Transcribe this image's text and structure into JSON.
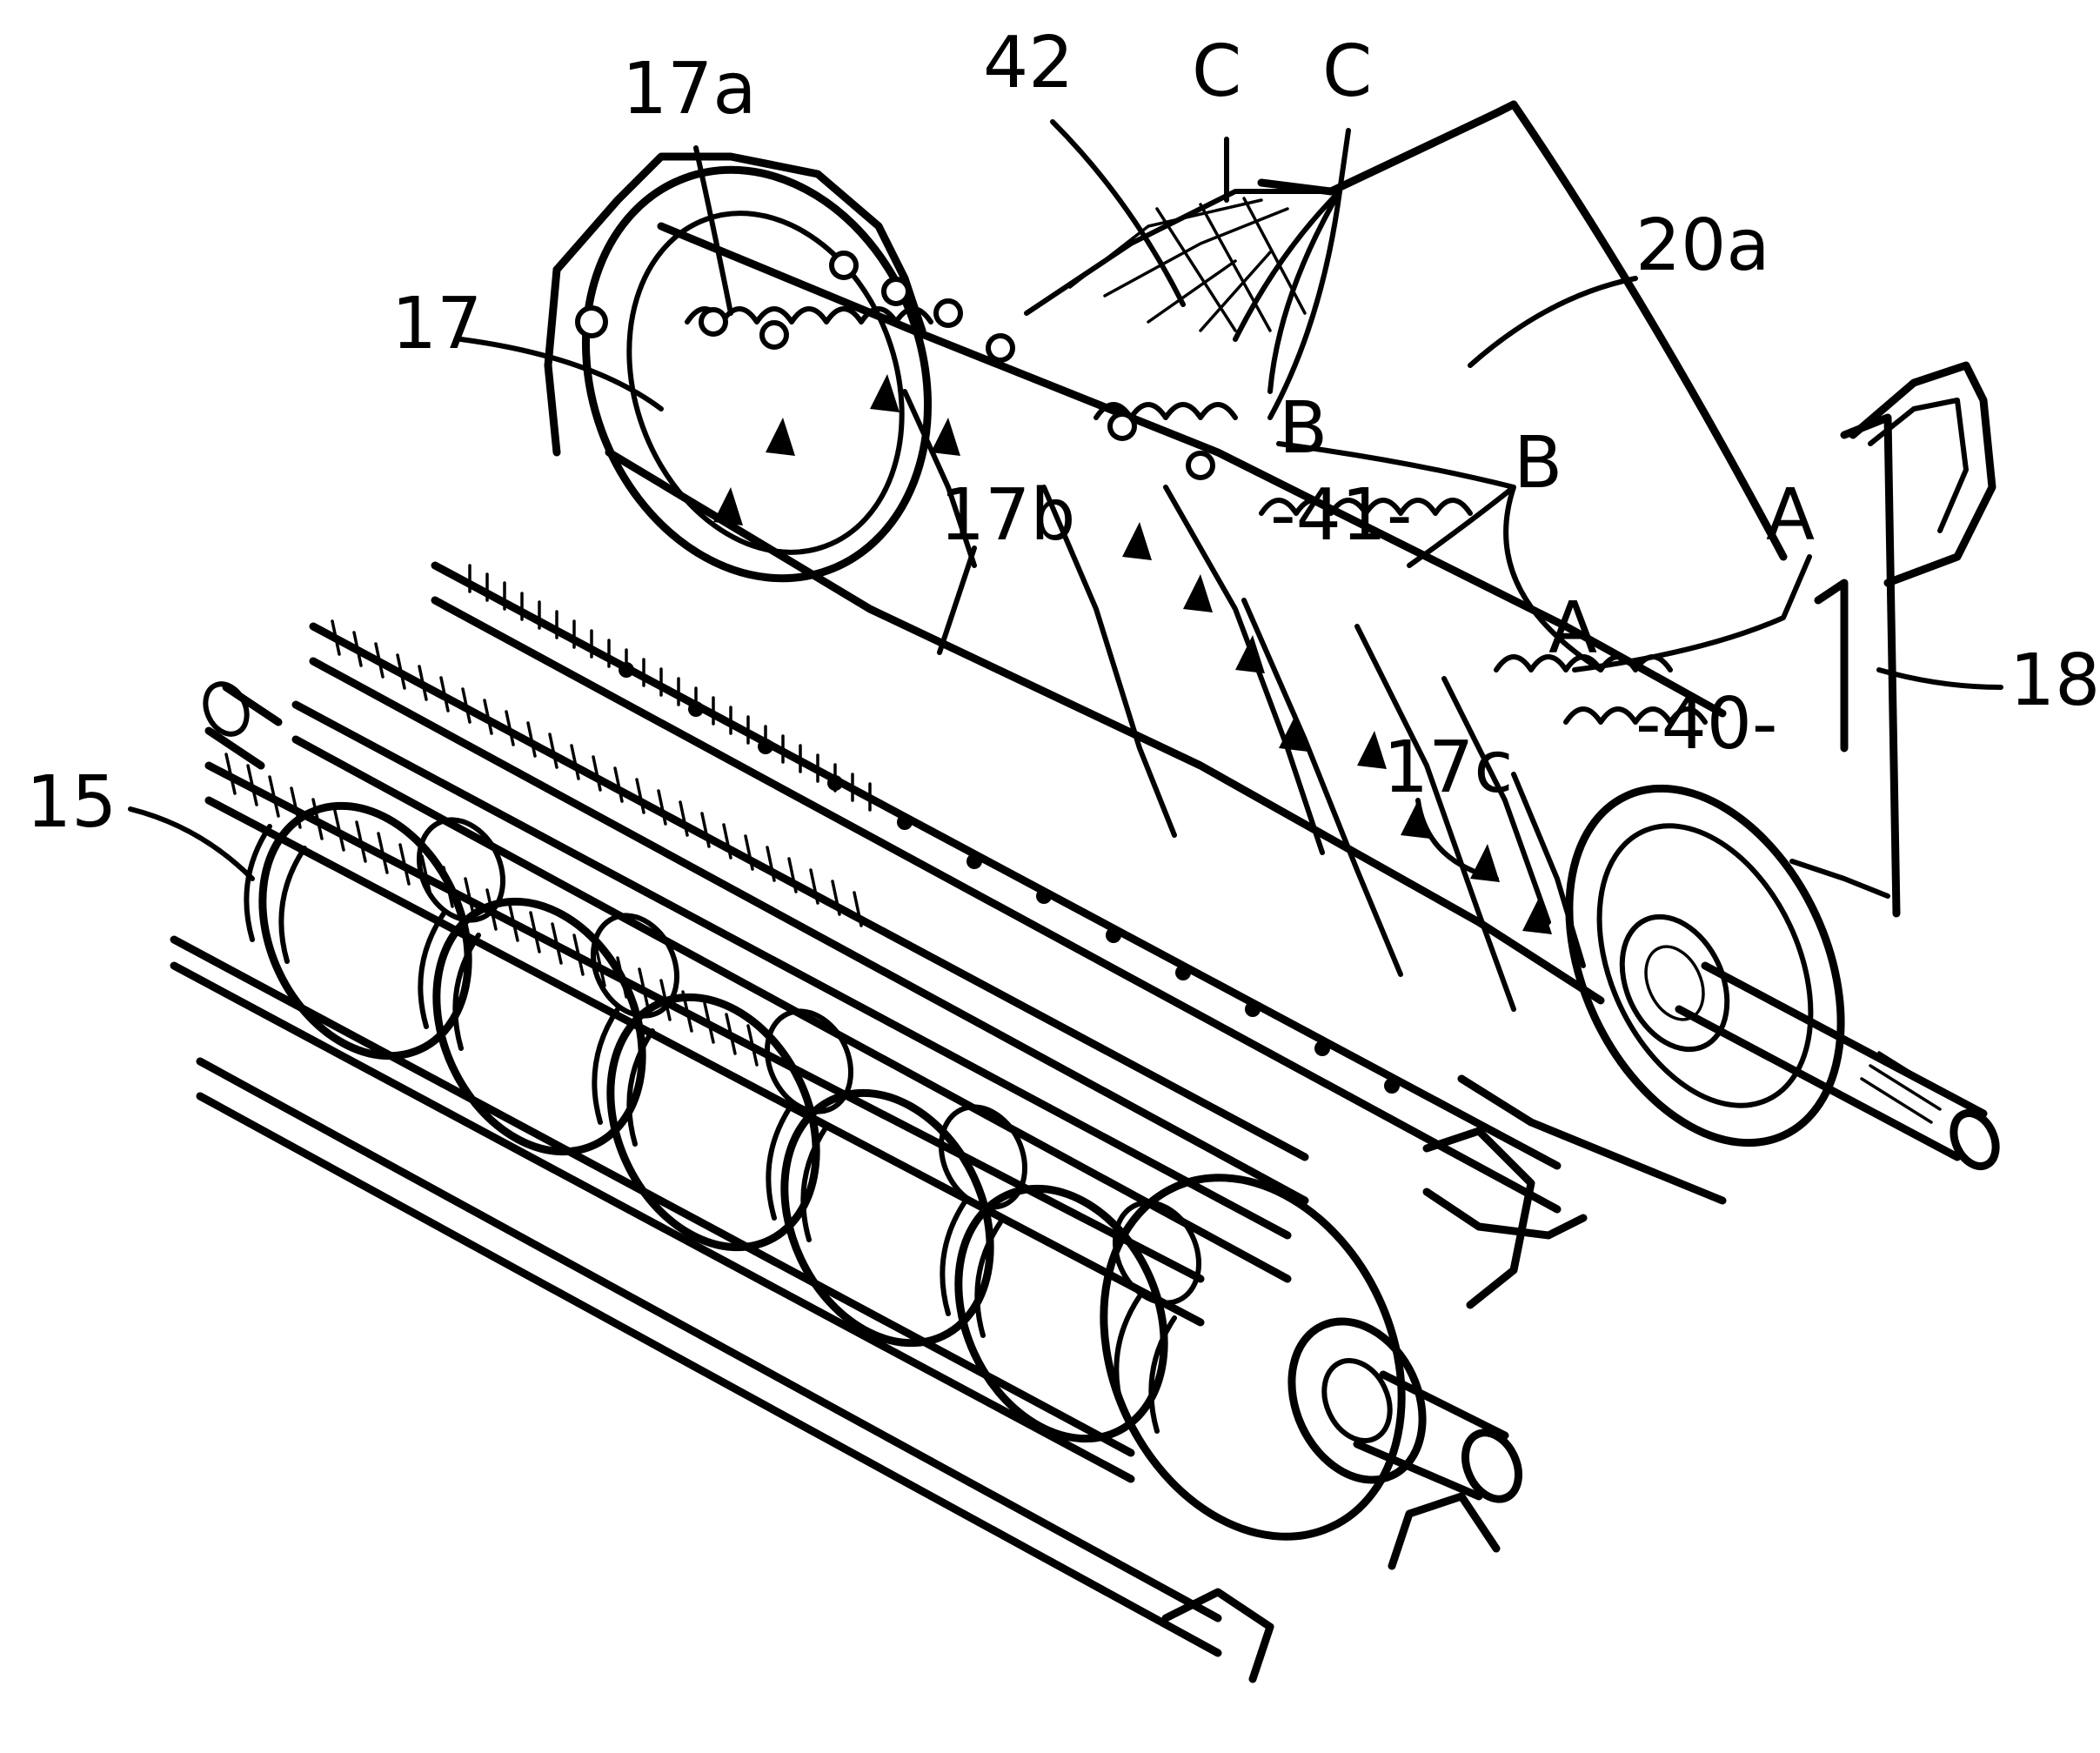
{
  "figure": {
    "labels": {
      "l15": "15",
      "l17": "17",
      "l17a": "17a",
      "l17b": "17b",
      "l17c": "17c",
      "l18": "18",
      "l20a": "20a",
      "l40": "-40-",
      "l41": "-41-",
      "l42": "42",
      "lA1": "A",
      "lA2": "A",
      "lB1": "B",
      "lB2": "B",
      "lC1": "C",
      "lC2": "C"
    }
  }
}
